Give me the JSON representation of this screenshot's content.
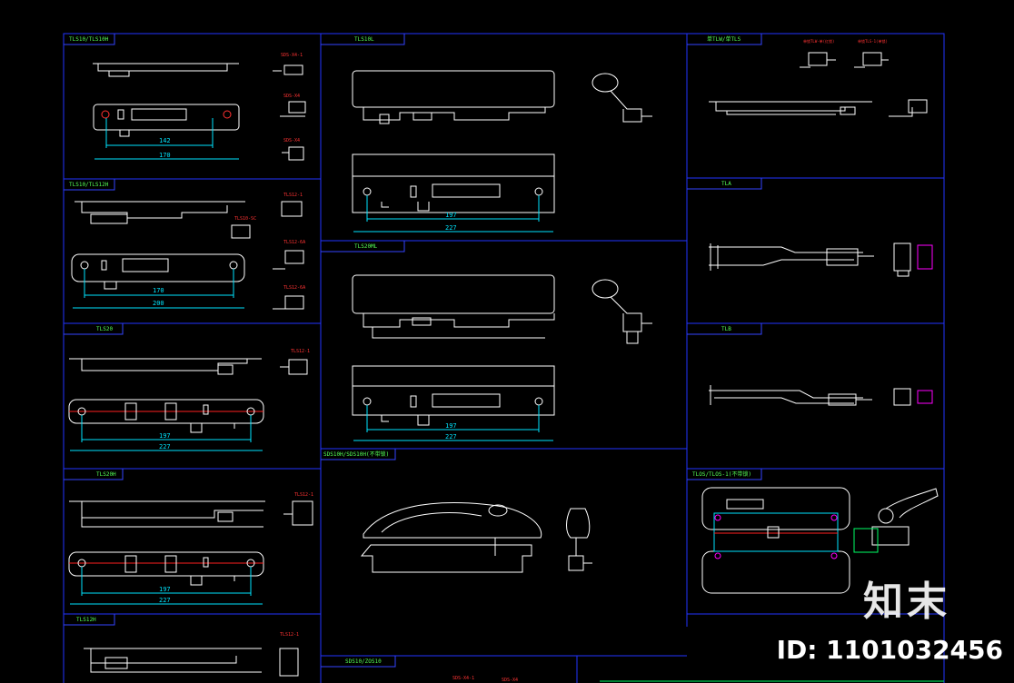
{
  "colors": {
    "background": "#000000",
    "frame": "#2233ff",
    "label_frame": "#3344ff",
    "outline": "#ffffff",
    "dimension": "#00e5ff",
    "title_text": "#55ff55",
    "part_text": "#ff3333",
    "centerline": "#ff2020",
    "accent": "#ff00ff"
  },
  "panels": [
    {
      "id": "p1",
      "title": "TLS10/TLS10H"
    },
    {
      "id": "p2",
      "title": "TLS10L"
    },
    {
      "id": "p3",
      "title": "单TLW/单TLS"
    },
    {
      "id": "p4",
      "title": "TLS10/TLS12H"
    },
    {
      "id": "p5",
      "title": "TLS20ML"
    },
    {
      "id": "p6",
      "title": "TLA"
    },
    {
      "id": "p7",
      "title": "TLS20"
    },
    {
      "id": "p8",
      "title": "TLB"
    },
    {
      "id": "p9",
      "title": "SDS10H/SDS10H(不带锁)"
    },
    {
      "id": "p10",
      "title": "TLS20H"
    },
    {
      "id": "p11",
      "title": "TLOS/TLOS-1(不带锁)"
    },
    {
      "id": "p12",
      "title": "TLS12H"
    },
    {
      "id": "p13",
      "title": "SDS10/ZOS10"
    }
  ],
  "dimensions": {
    "p1": [
      "142",
      "170"
    ],
    "p2": [
      "197",
      "227"
    ],
    "p4": [
      "170",
      "200"
    ],
    "p5": [
      "197",
      "227"
    ],
    "p7": [
      "197",
      "227"
    ],
    "p10": [
      "197",
      "227"
    ]
  },
  "part_labels": {
    "p1": [
      "SDS-X4-1",
      "SDS-X4",
      "SDS-X4"
    ],
    "p3": [
      "单锁TLW-单(红锁)",
      "单锁TLS-1(单锁)"
    ],
    "p4": [
      "TLS12-1",
      "TLS10-SC",
      "TLS12-6A",
      "TLS12-6A"
    ],
    "p7": [
      "TLS12-1"
    ],
    "p10": [
      "TLS12-1"
    ],
    "p12": [
      "TLS12-1"
    ],
    "p13": [
      "SDS-X4-1",
      "SDS-X4"
    ]
  },
  "watermark": {
    "logo": "知末",
    "id": "ID: 1101032456"
  }
}
